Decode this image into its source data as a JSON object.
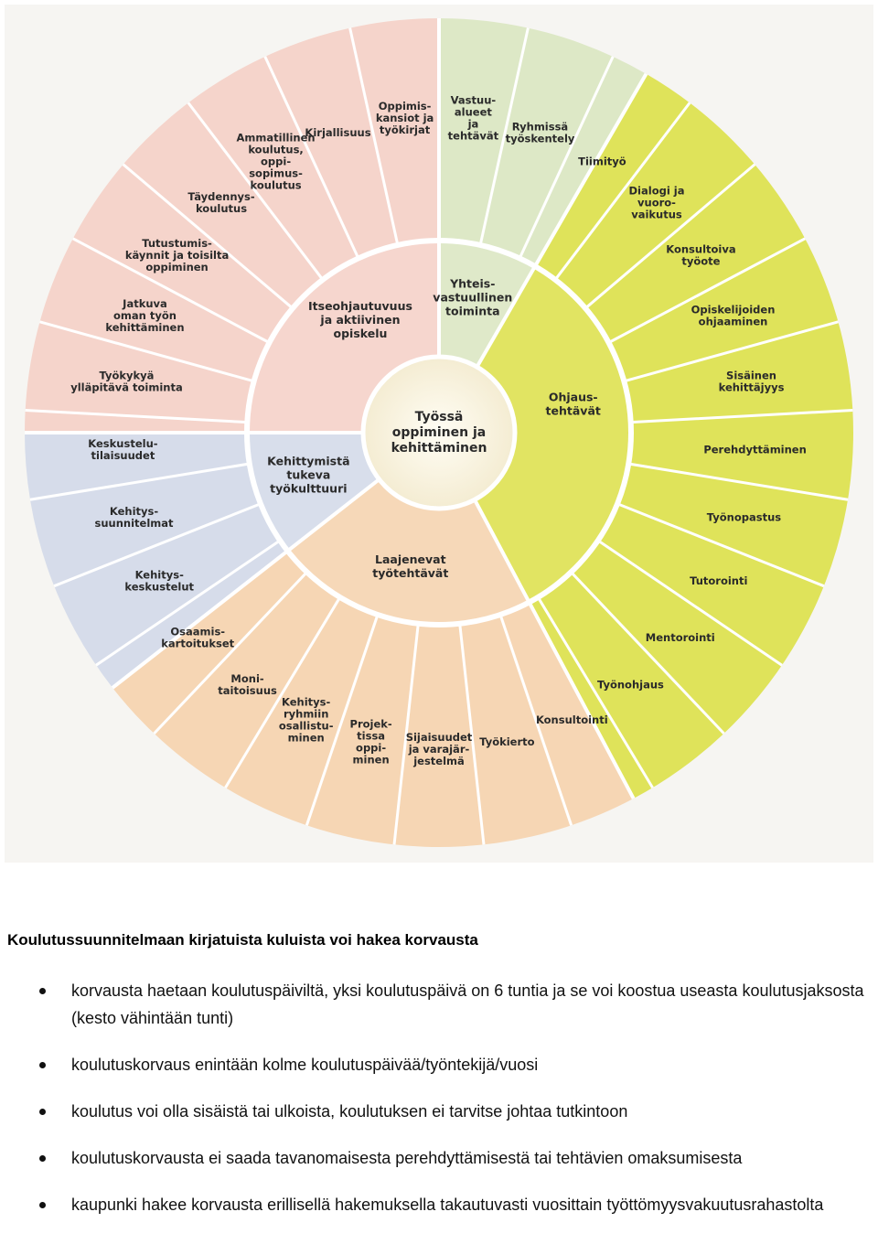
{
  "wheel": {
    "center": [
      "Työssä",
      "oppiminen ja",
      "kehittäminen"
    ],
    "middle": [
      {
        "id": "itseohjautuvuus",
        "lines": [
          "Itseohjautuvuus",
          "ja aktiivinen",
          "opiskelu"
        ]
      },
      {
        "id": "yhteisvastuullinen",
        "lines": [
          "Yhteis-",
          "vastuullinen",
          "toiminta"
        ]
      },
      {
        "id": "ohjaustehtavat",
        "lines": [
          "Ohjaus-",
          "tehtävät"
        ]
      },
      {
        "id": "laajenevat",
        "lines": [
          "Laajenevat",
          "työtehtävät"
        ]
      },
      {
        "id": "kehittymista",
        "lines": [
          "Kehittymistä",
          "tukeva",
          "työkulttuuri"
        ]
      }
    ],
    "outer": [
      {
        "id": "vastuualueet",
        "lines": [
          "Vastuu-",
          "alueet",
          "ja",
          "tehtävät"
        ]
      },
      {
        "id": "ryhmissa",
        "lines": [
          "Ryhmissä",
          "työskentely"
        ]
      },
      {
        "id": "tiimityo",
        "lines": [
          "Tiimityö"
        ]
      },
      {
        "id": "dialogi",
        "lines": [
          "Dialogi ja",
          "vuoro-",
          "vaikutus"
        ]
      },
      {
        "id": "konsultoiva",
        "lines": [
          "Konsultoiva",
          "työote"
        ]
      },
      {
        "id": "opiskelijoiden",
        "lines": [
          "Opiskelijoiden",
          "ohjaaminen"
        ]
      },
      {
        "id": "sisainen",
        "lines": [
          "Sisäinen",
          "kehittäjyys"
        ]
      },
      {
        "id": "perehdyttaminen",
        "lines": [
          "Perehdyttäminen"
        ]
      },
      {
        "id": "tyonopastus",
        "lines": [
          "Työnopastus"
        ]
      },
      {
        "id": "tutorointi",
        "lines": [
          "Tutorointi"
        ]
      },
      {
        "id": "mentorointi",
        "lines": [
          "Mentorointi"
        ]
      },
      {
        "id": "tyonohjaus",
        "lines": [
          "Työnohjaus"
        ]
      },
      {
        "id": "konsultointi",
        "lines": [
          "Konsultointi"
        ]
      },
      {
        "id": "tyokierto",
        "lines": [
          "Työkierto"
        ]
      },
      {
        "id": "sijaisuudet",
        "lines": [
          "Sijaisuudet",
          "ja varajär-",
          "jestelmä"
        ]
      },
      {
        "id": "projektissa",
        "lines": [
          "Projek-",
          "tissa",
          "oppi-",
          "minen"
        ]
      },
      {
        "id": "kehitysryhmiin",
        "lines": [
          "Kehitys-",
          "ryhmiin",
          "osallistu-",
          "minen"
        ]
      },
      {
        "id": "monitaitoisuus",
        "lines": [
          "Moni-",
          "taitoisuus"
        ]
      },
      {
        "id": "osaamiskartoitukset",
        "lines": [
          "Osaamis-",
          "kartoitukset"
        ]
      },
      {
        "id": "kehityskeskustelut",
        "lines": [
          "Kehitys-",
          "keskustelut"
        ]
      },
      {
        "id": "kehityssuunnitelmat",
        "lines": [
          "Kehitys-",
          "suunnitelmat"
        ]
      },
      {
        "id": "keskustelutilaisuudet",
        "lines": [
          "Keskustelu-",
          "tilaisuudet"
        ]
      },
      {
        "id": "tyokykya",
        "lines": [
          "Työkykyä",
          "ylläpitävä toiminta"
        ]
      },
      {
        "id": "jatkuva",
        "lines": [
          "Jatkuva",
          "oman työn",
          "kehittäminen"
        ]
      },
      {
        "id": "tutustumiskaynnit",
        "lines": [
          "Tutustumis-",
          "käynnit ja toisilta",
          "oppiminen"
        ]
      },
      {
        "id": "taydennyskoulutus",
        "lines": [
          "Täydennys-",
          "koulutus"
        ]
      },
      {
        "id": "ammatillinen",
        "lines": [
          "Ammatillinen",
          "koulutus,",
          "oppi-",
          "sopimus-",
          "koulutus"
        ]
      },
      {
        "id": "kirjallisuus",
        "lines": [
          "Kirjallisuus"
        ]
      },
      {
        "id": "oppimiskansiot",
        "lines": [
          "Oppimis-",
          "kansiot ja",
          "työkirjat"
        ]
      }
    ],
    "colors": {
      "pink": "#f5d4cb",
      "green_light": "#dde8c6",
      "yellow_green": "#dfe35a",
      "peach": "#f6d6b4",
      "blue": "#d6dcea",
      "center": "#fbf5e4"
    }
  },
  "document": {
    "heading": "Koulutussuunnitelmaan kirjatuista kuluista voi hakea korvausta",
    "bullets": [
      "korvausta haetaan koulutuspäiviltä, yksi koulutuspäivä on 6 tuntia ja se voi koostua useasta koulutusjaksosta (kesto vähintään tunti)",
      "koulutuskorvaus enintään kolme koulutuspäivää/työntekijä/vuosi",
      "koulutus voi olla sisäistä tai ulkoista, koulutuksen ei tarvitse johtaa tutkintoon",
      "koulutuskorvausta ei saada tavanomaisesta perehdyttämisestä tai tehtävien omaksumisesta",
      "kaupunki hakee korvausta erillisellä hakemuksella takautuvasti vuosittain työttömyysvakuutusrahastolta"
    ]
  }
}
